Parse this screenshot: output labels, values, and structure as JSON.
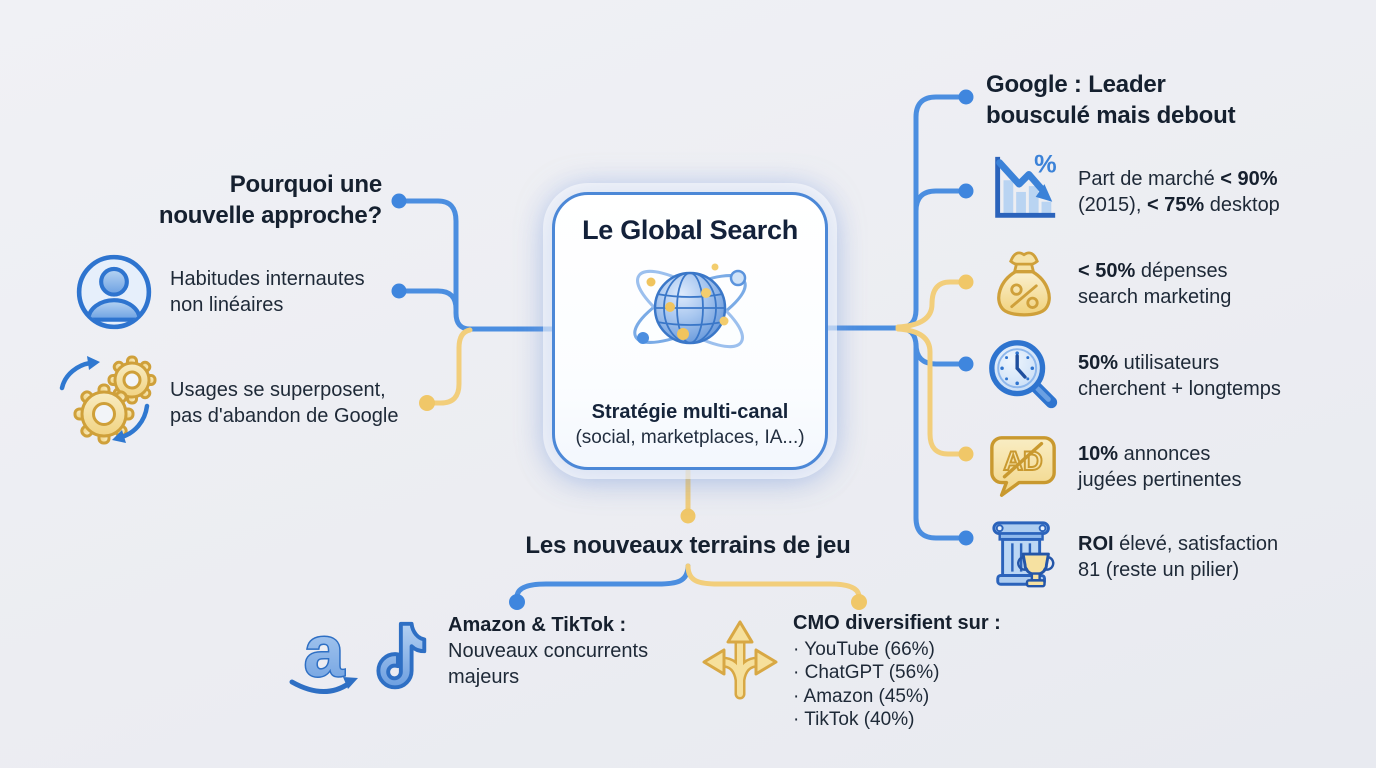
{
  "palette": {
    "background": "#ecedf2",
    "text": "#1b2533",
    "blue_line": "#4b8ee0",
    "yellow_line": "#f2ce7b"
  },
  "center_card": {
    "title": "Le Global Search",
    "icon": "globe-network-icon",
    "subtitle_bold": "Stratégie multi-canal",
    "subtitle_regular": "(social, marketplaces, IA...)"
  },
  "left_branch": {
    "title_line1": "Pourquoi une",
    "title_line2": "nouvelle approche?",
    "items": [
      {
        "icon": "user-icon",
        "line1": "Habitudes internautes",
        "line2": "non linéaires"
      },
      {
        "icon": "gears-sync-icon",
        "line1": "Usages se superposent,",
        "line2": "pas d'abandon de Google"
      }
    ]
  },
  "right_branch": {
    "title_line1": "Google : Leader",
    "title_line2": "bousculé mais debout",
    "items": [
      {
        "icon": "declining-chart-icon",
        "l1_pre": "Part de marché ",
        "l1_bold": "< 90%",
        "l1_post": "",
        "l2_pre": "(2015), ",
        "l2_bold": "< 75%",
        "l2_post": " desktop"
      },
      {
        "icon": "money-bag-icon",
        "l1_pre": "",
        "l1_bold": "< 50%",
        "l1_post": " dépenses",
        "l2_pre": "search marketing",
        "l2_bold": "",
        "l2_post": ""
      },
      {
        "icon": "clock-search-icon",
        "l1_pre": "",
        "l1_bold": "50%",
        "l1_post": " utilisateurs",
        "l2_pre": "cherchent + longtemps",
        "l2_bold": "",
        "l2_post": ""
      },
      {
        "icon": "no-ads-bubble-icon",
        "l1_pre": "",
        "l1_bold": "10%",
        "l1_post": " annonces",
        "l2_pre": "jugées pertinentes",
        "l2_bold": "",
        "l2_post": ""
      },
      {
        "icon": "pillar-trophy-icon",
        "l1_pre": "",
        "l1_bold": "ROI",
        "l1_post": " élevé, satisfaction",
        "l2_pre": "81 (reste un pilier)",
        "l2_bold": "",
        "l2_post": ""
      }
    ]
  },
  "bottom_branch": {
    "title": "Les nouveaux terrains de jeu",
    "left_item": {
      "icons": [
        "amazon-icon",
        "tiktok-icon"
      ],
      "line1_bold": "Amazon & TikTok :",
      "line2": "Nouveaux concurrents",
      "line3": "majeurs"
    },
    "right_item": {
      "icon": "diverging-arrows-icon",
      "heading": "CMO diversifient sur :",
      "bullets": [
        "· YouTube (66%)",
        "· ChatGPT (56%)",
        "· Amazon (45%)",
        "· TikTok (40%)"
      ]
    }
  }
}
